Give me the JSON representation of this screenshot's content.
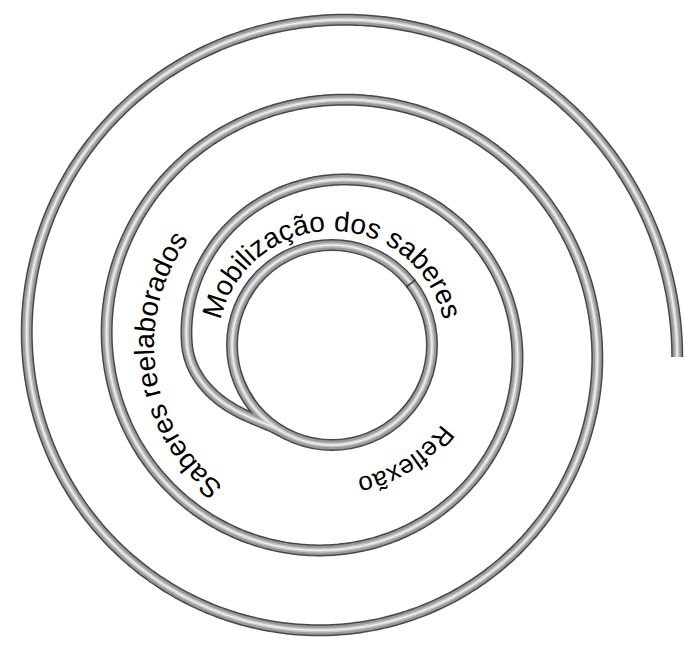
{
  "diagram": {
    "labels": [
      "Mobilização dos saberes",
      "Reflexão",
      "Saberes reelaborados"
    ]
  }
}
